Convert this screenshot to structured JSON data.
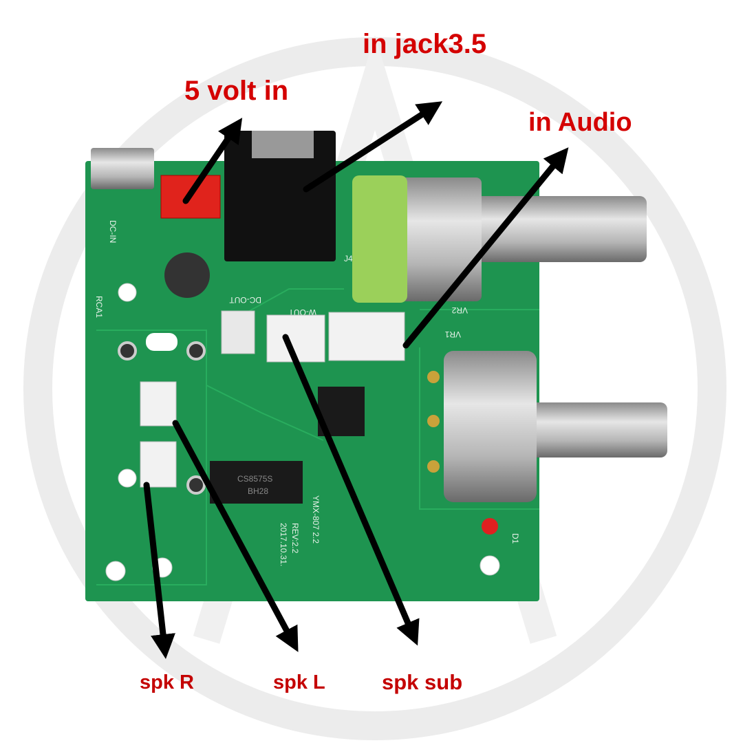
{
  "annotations": {
    "jack": "in jack3.5",
    "power": "5 volt in",
    "audio": "in Audio",
    "spk_r": "spk R",
    "spk_l": "spk L",
    "spk_sub": "spk sub"
  },
  "silkscreen": {
    "dc_in": "DC-IN",
    "rca": "RCA1",
    "dc_out": "DC-OUT",
    "w_out": "W-OUT",
    "model": "YMX-807 2.2",
    "rev": "REV:2.2",
    "date": "2017.10.31.",
    "chip": "CS8575S",
    "chip_code": "BH28",
    "vr1": "VR1",
    "vr2": "VR2",
    "j4": "J4",
    "d1": "D1"
  },
  "colors": {
    "label_red": "#d40000",
    "pcb_green": "#1e9450",
    "arrow": "#000000",
    "watermark": "#ececec"
  }
}
